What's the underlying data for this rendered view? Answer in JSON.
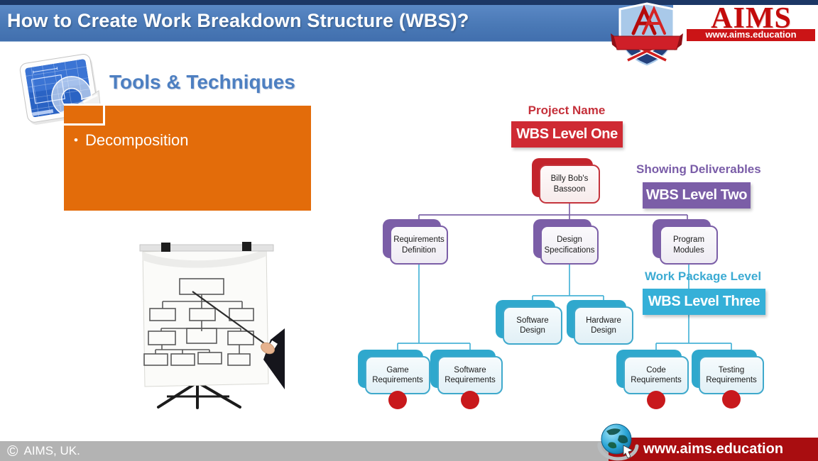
{
  "header": {
    "title": "How to Create Work Breakdown Structure (WBS)?"
  },
  "logo": {
    "brand": "AIMS",
    "website": "www.aims.education",
    "crest_icon": "aims-crest-shield-icon"
  },
  "tools": {
    "heading": "Tools & Techniques",
    "bullet_marker": "•",
    "bullet": "Decomposition",
    "icon": "blueprint-icon",
    "illustration": "flipchart-with-hand-pointer"
  },
  "diagram": {
    "project_name_label": "Project Name",
    "level_one_label": "WBS Level One",
    "showing_deliverables_label": "Showing Deliverables",
    "level_two_label": "WBS Level Two",
    "work_package_label": "Work Package Level",
    "level_three_label": "WBS Level Three",
    "nodes": [
      {
        "label": "Billy Bob's Bassoon",
        "level": 1
      },
      {
        "label": "Requirements Definition",
        "level": 2
      },
      {
        "label": "Design Specifications",
        "level": 2
      },
      {
        "label": "Program Modules",
        "level": 2
      },
      {
        "label": "Software Design",
        "level": 3
      },
      {
        "label": "Hardware Design",
        "level": 3
      },
      {
        "label": "Game Requirements",
        "level": 3
      },
      {
        "label": "Software Requirements",
        "level": 3
      },
      {
        "label": "Code Requirements",
        "level": 3
      },
      {
        "label": "Testing Requirements",
        "level": 3
      }
    ]
  },
  "footer": {
    "copyright_symbol": "©",
    "copyright_text": "AIMS, UK.",
    "website": "www.aims.education",
    "globe_icon": "globe-icon"
  },
  "colors": {
    "header_blue": "#4a79b6",
    "header_strip_navy": "#1c3765",
    "heading_blue": "#4d7fc1",
    "orange": "#e36c0a",
    "red_level": "#cf2a33",
    "purple_level": "#7b5ea7",
    "teal_level": "#35b0d8",
    "work_package_dot_red": "#c8191c",
    "logo_red": "#c30b0b",
    "footer_gray": "#b3b3b3",
    "footer_red": "#a90d10"
  }
}
